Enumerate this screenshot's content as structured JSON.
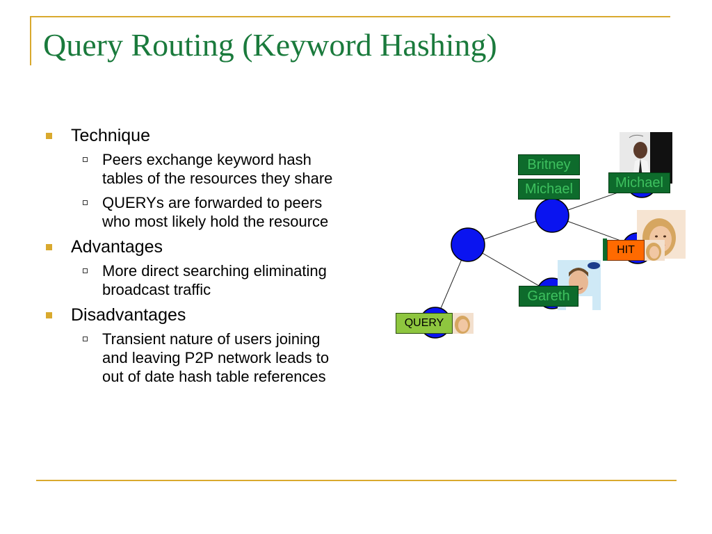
{
  "slide": {
    "title": "Query Routing (Keyword Hashing)",
    "bullets": [
      {
        "text": "Technique",
        "sub": [
          "Peers exchange keyword hash tables of the resources they share",
          "QUERYs are forwarded to peers who most likely hold the resource"
        ]
      },
      {
        "text": "Advantages",
        "sub": [
          "More direct searching eliminating broadcast traffic"
        ]
      },
      {
        "text": "Disadvantages",
        "sub": [
          "Transient nature of users joining and leaving P2P network leads to out of date hash table references"
        ]
      }
    ]
  },
  "diagram": {
    "labels": {
      "britney": "Britney",
      "michael_left": "Michael",
      "michael_right": "Michael",
      "gareth": "Gareth",
      "hit": "HIT",
      "query": "QUERY"
    }
  },
  "colors": {
    "title": "#1a7a3c",
    "accent_gold": "#d9a92e",
    "node_blue": "#0a14f0",
    "tag_green": "#0e6b2c",
    "tag_text": "#3ec15f",
    "hit_orange": "#ff6a00",
    "query_green": "#8ec63f"
  }
}
